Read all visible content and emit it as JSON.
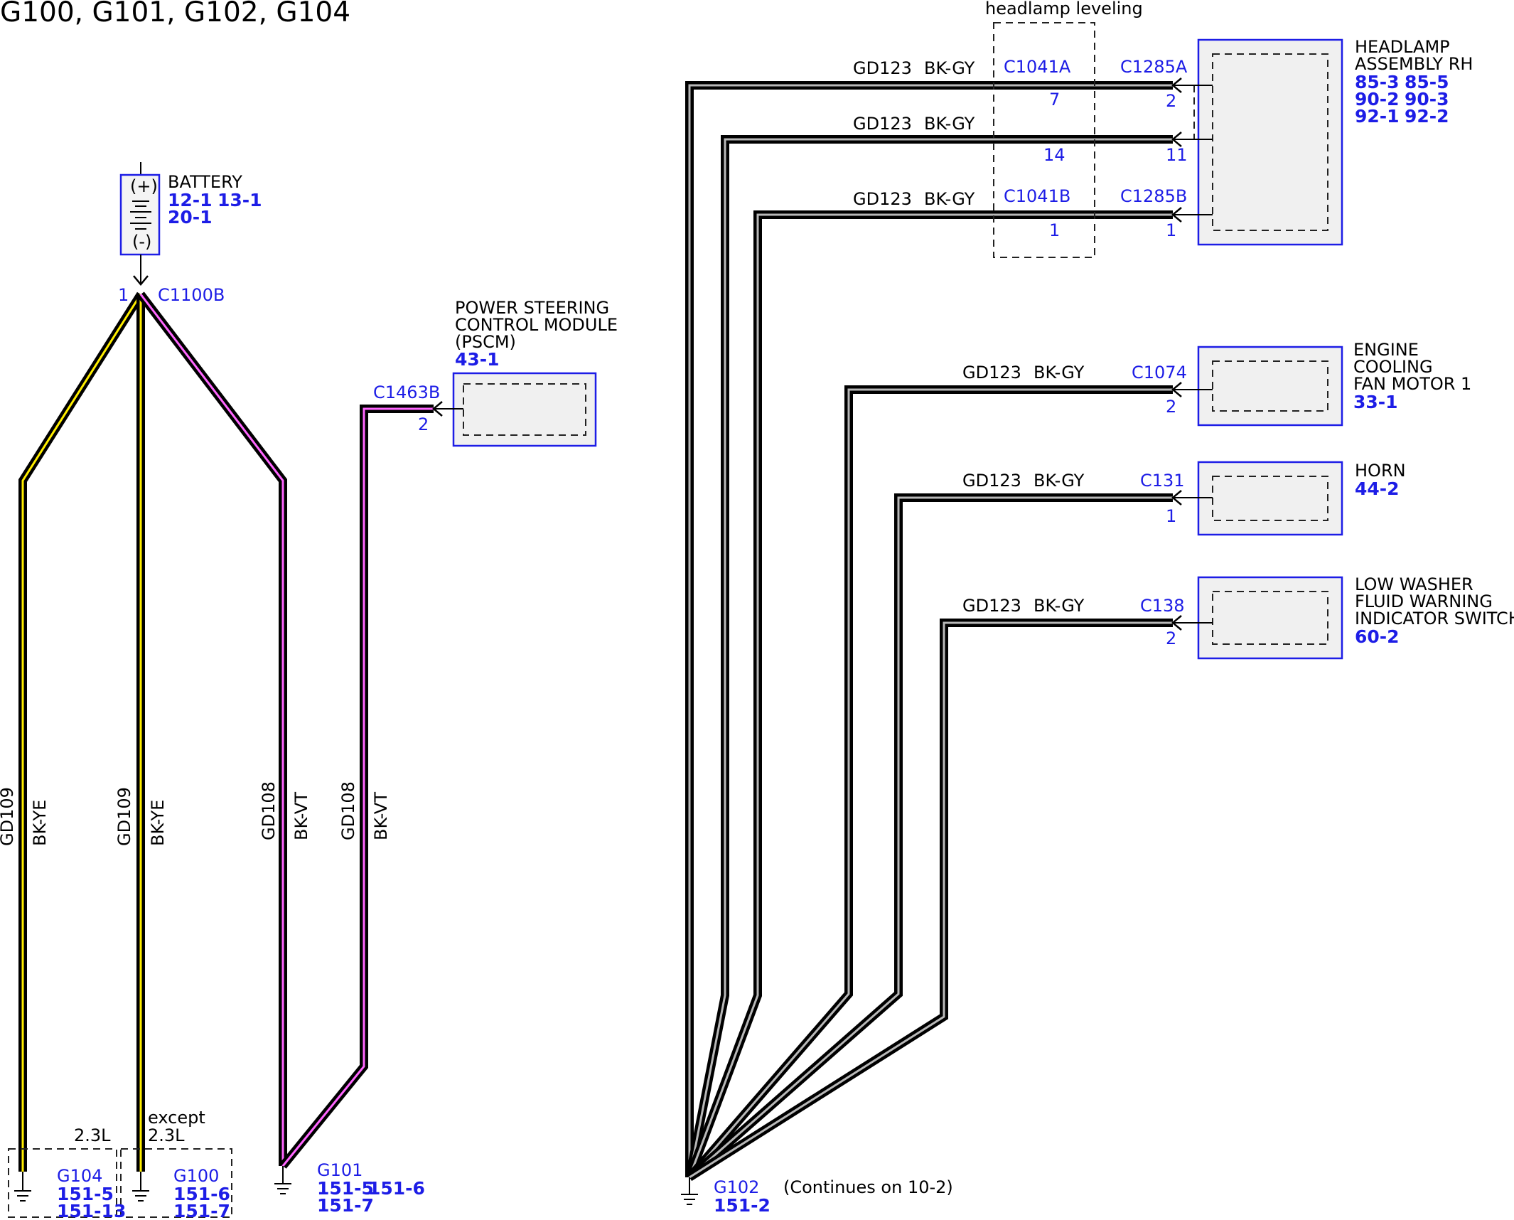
{
  "title": "G100, G101, G102, G104",
  "colors": {
    "bk_ye_stripe": "#ffee00",
    "bk_vt_stripe": "#ff66ff",
    "bk_gy_stripe": "#b8b8b8",
    "wire_outer": "#000000",
    "ref_blue": "#1d1de6",
    "component_fill": "#f0f0f0"
  },
  "battery": {
    "label": "BATTERY",
    "plus": "(+)",
    "minus": "(-)",
    "refs": [
      "12-1",
      "13-1",
      "20-1"
    ],
    "connector": "C1100B",
    "pin": "1"
  },
  "pscm": {
    "label_lines": [
      "POWER STEERING",
      "CONTROL MODULE",
      "(PSCM)"
    ],
    "ref": "43-1",
    "connector": "C1463B",
    "pin": "2"
  },
  "left_wires": [
    {
      "circuit": "GD109",
      "color": "BK-YE"
    },
    {
      "circuit": "GD109",
      "color": "BK-YE"
    },
    {
      "circuit": "GD108",
      "color": "BK-VT"
    },
    {
      "circuit": "GD108",
      "color": "BK-VT"
    }
  ],
  "grounds_left": [
    {
      "option": "2.3L",
      "name": "G104",
      "refs": [
        "151-5",
        "151-13"
      ]
    },
    {
      "option_lines": [
        "except",
        "2.3L"
      ],
      "name": "G100",
      "refs": [
        "151-6",
        "151-7"
      ]
    },
    {
      "name": "G101",
      "refs": [
        "151-5",
        "151-6",
        "151-7"
      ]
    }
  ],
  "headlamp_leveling": {
    "label": "headlamp leveling",
    "connector_a": "C1041A",
    "connector_b": "C1041B",
    "pins": [
      "7",
      "14",
      "1"
    ]
  },
  "headlamp_assembly": {
    "label_lines": [
      "HEADLAMP",
      "ASSEMBLY RH"
    ],
    "refs": [
      "85-3",
      "85-5",
      "90-2",
      "90-3",
      "92-1",
      "92-2"
    ],
    "connector_a": "C1285A",
    "connector_b": "C1285B",
    "pins": [
      "2",
      "11",
      "1"
    ]
  },
  "right_wires": [
    {
      "circuit": "GD123",
      "color": "BK-GY"
    },
    {
      "circuit": "GD123",
      "color": "BK-GY"
    },
    {
      "circuit": "GD123",
      "color": "BK-GY"
    },
    {
      "circuit": "GD123",
      "color": "BK-GY"
    },
    {
      "circuit": "GD123",
      "color": "BK-GY"
    },
    {
      "circuit": "GD123",
      "color": "BK-GY"
    }
  ],
  "fan_motor": {
    "label_lines": [
      "ENGINE",
      "COOLING",
      "FAN MOTOR 1"
    ],
    "ref": "33-1",
    "connector": "C1074",
    "pin": "2"
  },
  "horn": {
    "label_lines": [
      "HORN"
    ],
    "ref": "44-2",
    "connector": "C131",
    "pin": "1"
  },
  "washer_switch": {
    "label_lines": [
      "LOW WASHER",
      "FLUID WARNING",
      "INDICATOR SWITCH"
    ],
    "ref": "60-2",
    "connector": "C138",
    "pin": "2"
  },
  "ground_g102": {
    "name": "G102",
    "ref": "151-2",
    "note": "(Continues on 10-2)"
  }
}
